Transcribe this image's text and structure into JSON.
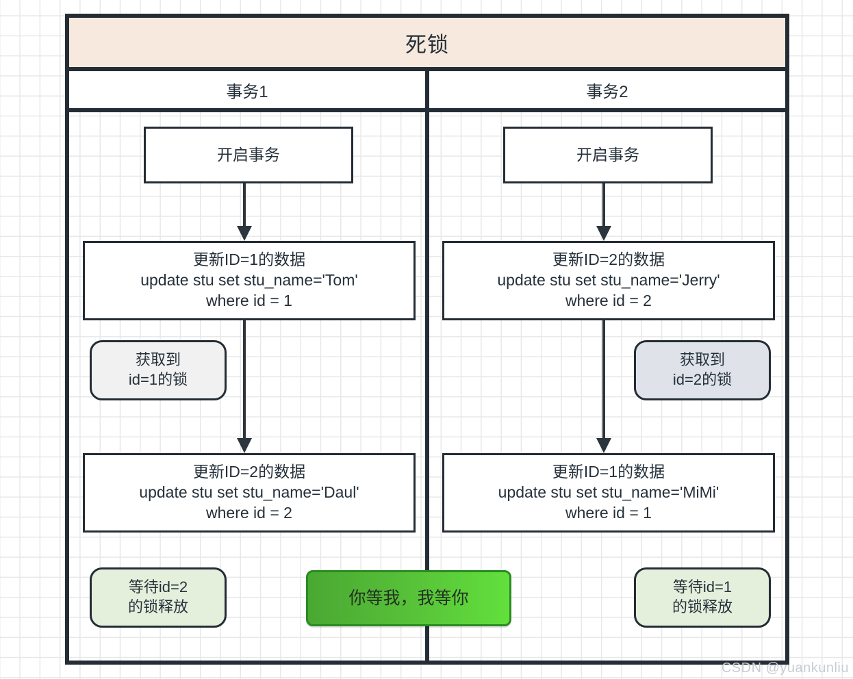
{
  "diagram": {
    "title": "死锁",
    "columns": [
      {
        "header": "事务1"
      },
      {
        "header": "事务2"
      }
    ]
  },
  "tx1": {
    "begin": "开启事务",
    "step1": {
      "line1": "更新ID=1的数据",
      "line2": "update stu set stu_name='Tom'",
      "line3": "where id = 1"
    },
    "lock_acquired": "获取到\nid=1的锁",
    "step2": {
      "line1": "更新ID=2的数据",
      "line2": "update stu set stu_name='Daul'",
      "line3": "where id = 2"
    },
    "waiting": "等待id=2\n的锁释放"
  },
  "tx2": {
    "begin": "开启事务",
    "step1": {
      "line1": "更新ID=2的数据",
      "line2": "update stu set stu_name='Jerry'",
      "line3": "where id = 2"
    },
    "lock_acquired": "获取到\nid=2的锁",
    "step2": {
      "line1": "更新ID=1的数据",
      "line2": "update stu set stu_name='MiMi'",
      "line3": "where id = 1"
    },
    "waiting": "等待id=1\n的锁释放"
  },
  "center": {
    "cta_label": "你等我，我等你"
  },
  "watermark": "CSDN @yuankunliu",
  "colors": {
    "frame": "#242c35",
    "title_fill": "#f7e9dd",
    "lock_gray": "#f1f1f1",
    "lock_bluegray": "#dfe3e9",
    "wait_green": "#e4f0dc",
    "cta_green": "#56be38",
    "cta_border": "#2a8b22",
    "grid_line": "#e8e8e8",
    "text": "#25303a",
    "watermark": "#c9cdd2"
  }
}
